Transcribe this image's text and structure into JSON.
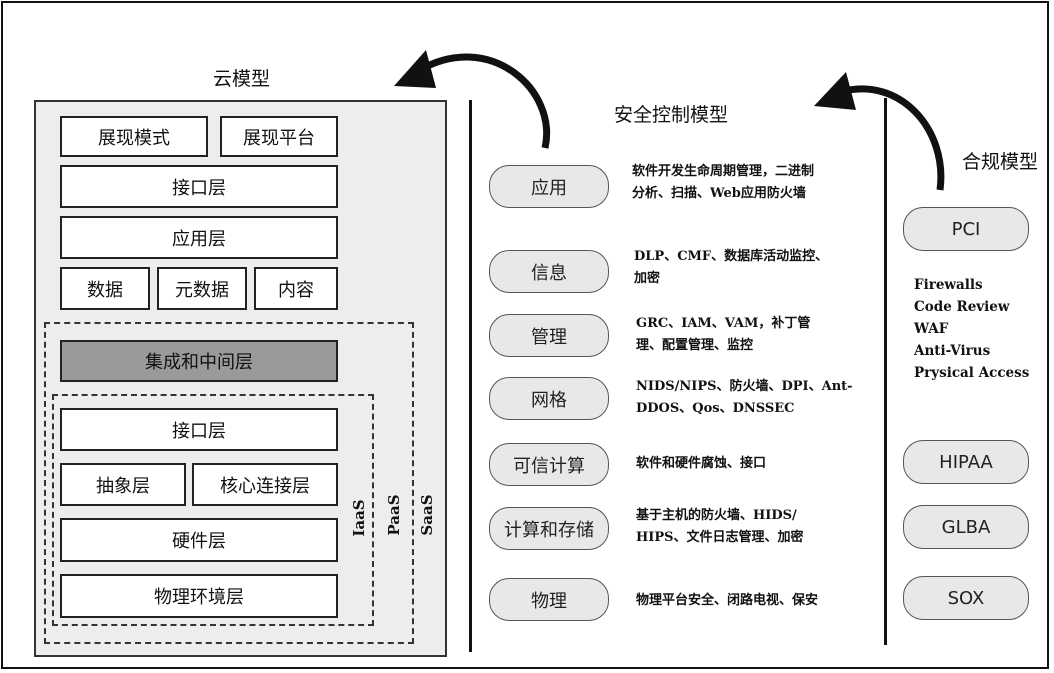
{
  "titles": {
    "cloud": "云模型",
    "security": "安全控制模型",
    "compliance": "合规模型"
  },
  "cloud_model": {
    "row1": [
      "展现模式",
      "展现平台"
    ],
    "interface_layer_top": "接口层",
    "application_layer": "应用层",
    "row3": [
      "数据",
      "元数据",
      "内容"
    ],
    "integration_middleware": "集成和中间层",
    "interface_layer_bottom": "接口层",
    "row5": [
      "抽象层",
      "核心连接层"
    ],
    "hardware_layer": "硬件层",
    "physical_layer": "物理环境层",
    "service_labels": [
      "IaaS",
      "PaaS",
      "SaaS"
    ]
  },
  "security_model": [
    {
      "label": "应用",
      "lines": [
        "软件开发生命周期管理，二进制",
        "分析、扫描、Web应用防火墙"
      ]
    },
    {
      "label": "信息",
      "lines": [
        "DLP、CMF、数据库活动监控、",
        "加密"
      ]
    },
    {
      "label": "管理",
      "lines": [
        "GRC、IAM、VAM，补丁管",
        "理、配置管理、监控"
      ]
    },
    {
      "label": "网格",
      "lines": [
        "NIDS/NIPS、防火墙、DPI、Ant-",
        "DDOS、Qos、DNSSEC"
      ]
    },
    {
      "label": "可信计算",
      "lines": [
        "软件和硬件腐蚀、接口"
      ]
    },
    {
      "label": "计算和存储",
      "lines": [
        "基于主机的防火墙、HIDS/",
        "HIPS、文件日志管理、加密"
      ]
    },
    {
      "label": "物理",
      "lines": [
        "物理平台安全、闭路电视、保安"
      ]
    }
  ],
  "compliance_model": {
    "standards": [
      "PCI",
      "HIPAA",
      "GLBA",
      "SOX"
    ],
    "pci_items": [
      "Firewalls",
      "Code Review",
      "WAF",
      "Anti-Virus",
      "Prysical Access"
    ]
  }
}
